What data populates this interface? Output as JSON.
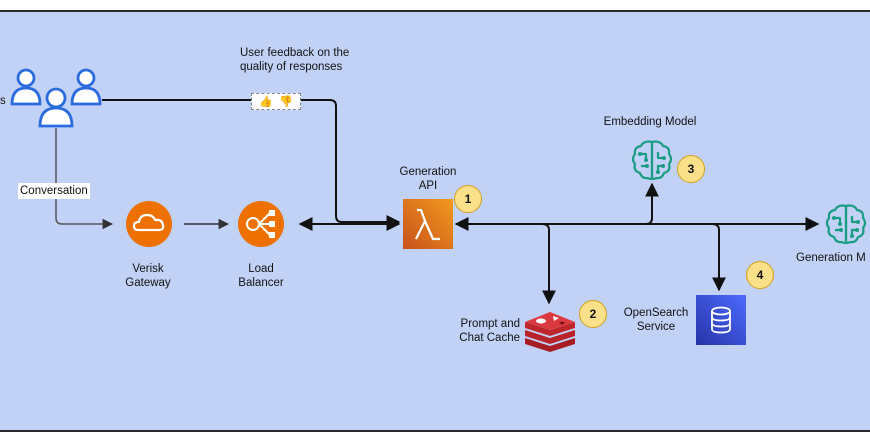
{
  "labels": {
    "feedback": "User feedback on the\nquality of responses",
    "conversation": "Conversation",
    "users_partial": "s",
    "gateway": "Verisk\nGateway",
    "load_balancer": "Load\nBalancer",
    "generation_api": "Generation\nAPI",
    "embedding_model": "Embedding Model",
    "prompt_cache": "Prompt and\nChat Cache",
    "opensearch": "OpenSearch\nService",
    "generation_model": "Generation M"
  },
  "badges": {
    "b1": "1",
    "b2": "2",
    "b3": "3",
    "b4": "4"
  },
  "feedback_icons": {
    "up": "👍",
    "down": "👎"
  },
  "colors": {
    "background": "#c2d2f6",
    "aws_orange": "#ed7100",
    "lambda_orange": "#d0531b",
    "redis_red": "#c0272d",
    "opensearch_blue": "#2e3fc0",
    "ml_teal": "#1b9d84",
    "users_blue": "#2a6ce0",
    "badge_fill": "#fbe08a"
  },
  "icons": {
    "users": "user-group-icon",
    "gateway": "cloud-icon",
    "load_balancer": "load-balancer-icon",
    "lambda": "lambda-icon",
    "embedding": "brain-icon",
    "cache": "redis-icon",
    "search": "database-icon",
    "model": "brain-icon"
  }
}
